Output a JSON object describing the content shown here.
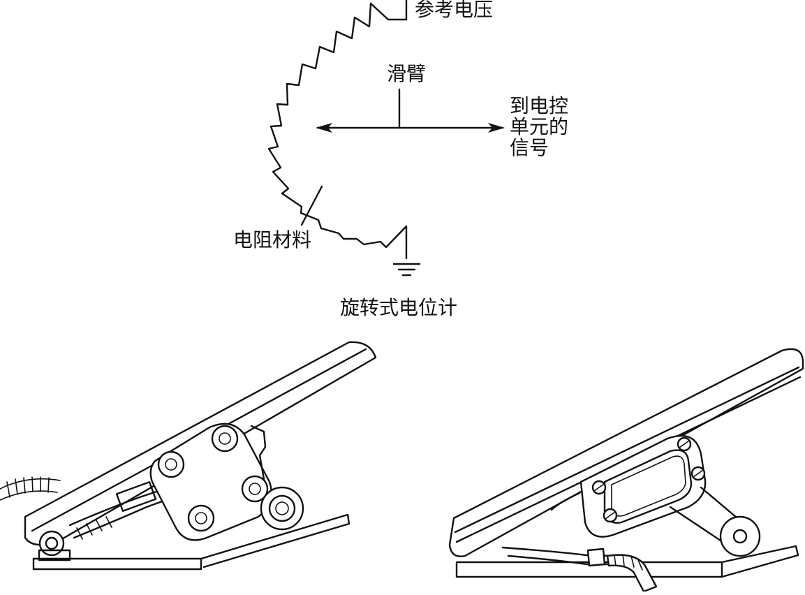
{
  "diagram": {
    "labels": {
      "reference_voltage": "参考电压",
      "wiper": "滑臂",
      "signal_to_ecu": [
        "到电控",
        "单元的",
        "信号"
      ],
      "resistive_material": "电阻材料",
      "caption": "旋转式电位计"
    },
    "colors": {
      "line": "#111111",
      "background": "#ffffff"
    },
    "icons": [
      "ground-symbol-icon",
      "arrow-icon"
    ]
  }
}
